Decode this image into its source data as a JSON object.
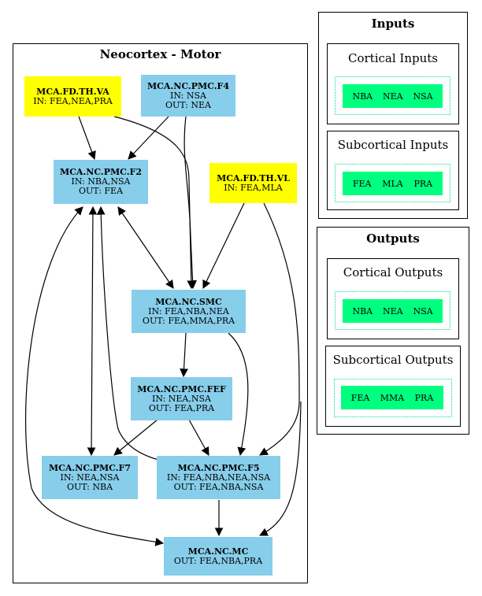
{
  "neocortex": {
    "title": "Neocortex - Motor",
    "nodes": {
      "va": {
        "name": "MCA.FD.TH.VA",
        "line1": "IN: FEA,NEA,PRA",
        "line2": ""
      },
      "f4": {
        "name": "MCA.NC.PMC.F4",
        "line1": "IN: NSA",
        "line2": "OUT: NEA"
      },
      "f2": {
        "name": "MCA.NC.PMC.F2",
        "line1": "IN: NBA,NSA",
        "line2": "OUT: FEA"
      },
      "vl": {
        "name": "MCA.FD.TH.VL",
        "line1": "IN: FEA,MLA",
        "line2": ""
      },
      "smc": {
        "name": "MCA.NC.SMC",
        "line1": "IN: FEA,NBA,NEA",
        "line2": "OUT: FEA,MMA,PRA"
      },
      "fef": {
        "name": "MCA.NC.PMC.FEF",
        "line1": "IN: NEA,NSA",
        "line2": "OUT: FEA,PRA"
      },
      "f7": {
        "name": "MCA.NC.PMC.F7",
        "line1": "IN: NEA,NSA",
        "line2": "OUT: NBA"
      },
      "f5": {
        "name": "MCA.NC.PMC.F5",
        "line1": "IN: FEA,NBA,NEA,NSA",
        "line2": "OUT: FEA,NBA,NSA"
      },
      "mc": {
        "name": "MCA.NC.MC",
        "line1": "OUT: FEA,NBA,PRA",
        "line2": ""
      }
    }
  },
  "inputs": {
    "title": "Inputs",
    "cortical": {
      "title": "Cortical Inputs",
      "items": [
        "NBA",
        "NEA",
        "NSA"
      ]
    },
    "subcortical": {
      "title": "Subcortical Inputs",
      "items": [
        "FEA",
        "MLA",
        "PRA"
      ]
    }
  },
  "outputs": {
    "title": "Outputs",
    "cortical": {
      "title": "Cortical Outputs",
      "items": [
        "NBA",
        "NEA",
        "NSA"
      ]
    },
    "subcortical": {
      "title": "Subcortical Outputs",
      "items": [
        "FEA",
        "MMA",
        "PRA"
      ]
    }
  },
  "colors": {
    "node": "#87ceeb",
    "thalamus": "#ffff00",
    "legend": "#00ff7f"
  }
}
